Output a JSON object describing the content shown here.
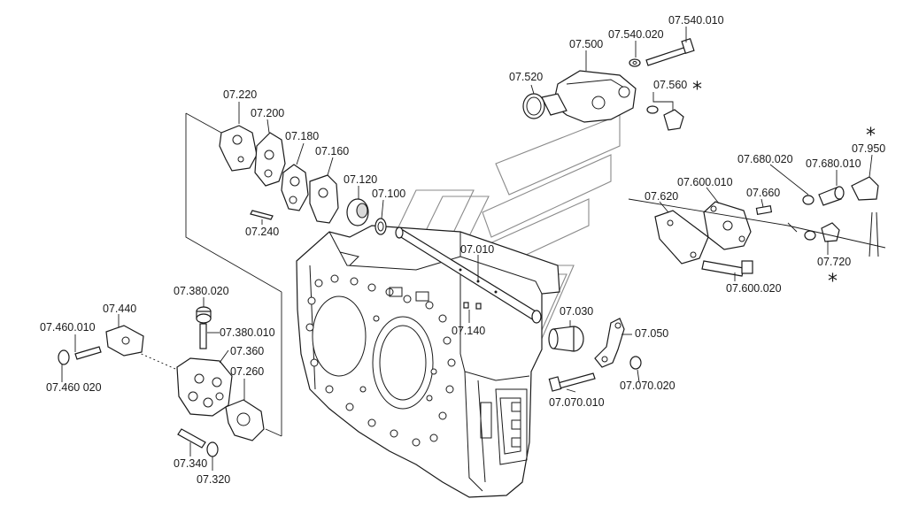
{
  "labels": {
    "l07_540_010": "07.540.010",
    "l07_540_020": "07.540.020",
    "l07_500": "07.500",
    "l07_520": "07.520",
    "l07_560": "07.560",
    "l07_220": "07.220",
    "l07_200": "07.200",
    "l07_180": "07.180",
    "l07_160": "07.160",
    "l07_120": "07.120",
    "l07_100": "07.100",
    "l07_240": "07.240",
    "l07_010": "07.010",
    "l07_140": "07.140",
    "l07_030": "07.030",
    "l07_050": "07.050",
    "l07_070_020": "07.070.020",
    "l07_070_010": "07.070.010",
    "l07_680_020": "07.680.020",
    "l07_680_010": "07.680.010",
    "l07_950": "07.950",
    "l07_600_010": "07.600.010",
    "l07_620": "07.620",
    "l07_660": "07.660",
    "l07_720": "07.720",
    "l07_600_020": "07.600.020",
    "l07_380_020": "07.380.020",
    "l07_440": "07.440",
    "l07_460_010": "07.460.010",
    "l07_380_010": "07.380.010",
    "l07_360": "07.360",
    "l07_460_020": "07.460 020",
    "l07_260": "07.260",
    "l07_340": "07.340",
    "l07_320": "07.320"
  },
  "marks": {
    "asterisk": "*"
  }
}
